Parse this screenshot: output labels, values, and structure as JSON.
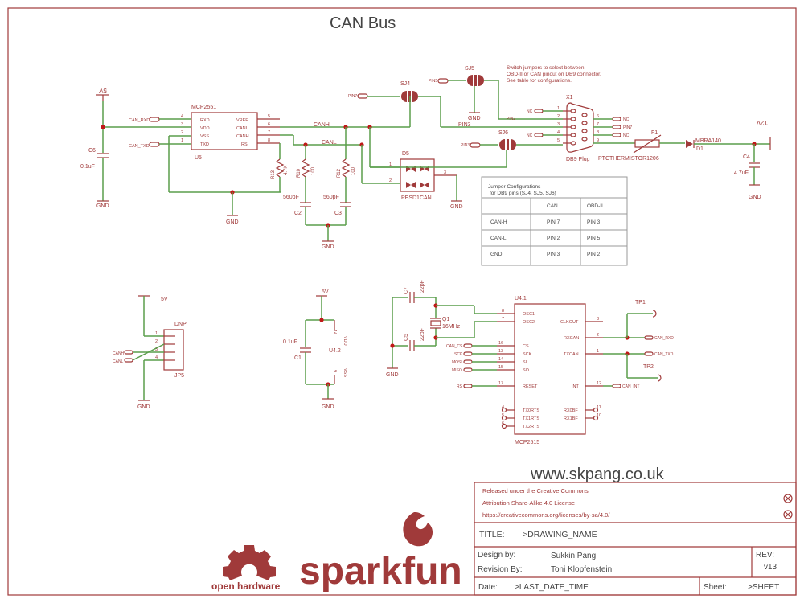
{
  "title": "CAN Bus",
  "website": "www.skpang.co.uk",
  "license": {
    "line1": "Released under the Creative Commons",
    "line2": "Attribution Share-Alike 4.0 License",
    "line3": "https://creativecommons.org/licenses/by-sa/4.0/"
  },
  "title_block": {
    "title_label": "TITLE:",
    "title_value": ">DRAWING_NAME",
    "design_label": "Design by:",
    "design_value": "Sukkin Pang",
    "revision_label": "Revision By:",
    "revision_value": "Toni Klopfenstein",
    "rev_label": "REV:",
    "rev_value": "v13",
    "date_label": "Date:",
    "date_value": ">LAST_DATE_TIME",
    "sheet_label": "Sheet:",
    "sheet_value": ">SHEET"
  },
  "logos": {
    "oshw": "open hardware",
    "sparkfun": "sparkfun"
  },
  "jumper_note": {
    "line1": "Switch jumpers to select between",
    "line2": "OBD-II or CAN pinout on DB9 connector.",
    "line3": "See table for configurations."
  },
  "jumper_table": {
    "caption1": "Jumper Configurations",
    "caption2": "for DB9 pins (SJ4, SJ5, SJ6)",
    "headers": [
      "",
      "CAN",
      "OBD-II"
    ],
    "rows": [
      [
        "CAN-H",
        "PIN 7",
        "PIN 3"
      ],
      [
        "CAN-L",
        "PIN 2",
        "PIN 5"
      ],
      [
        "GND",
        "PIN 3",
        "PIN 2"
      ]
    ]
  },
  "labels": {
    "p5v_left": "5V",
    "p12v": "12V",
    "gnd": "GND",
    "can_rxd": "CAN_RXD",
    "can_txd": "CAN_TXD",
    "mcp2551": "MCP2551",
    "u5": "U5",
    "u5_pins_left": [
      "RXD",
      "VDD",
      "VSS",
      "TXD"
    ],
    "u5_pinnums_left": [
      "4",
      "3",
      "2",
      "1"
    ],
    "u5_pins_right": [
      "VREF",
      "CANL",
      "CANH",
      "RS"
    ],
    "u5_pinnums_right": [
      "5",
      "6",
      "7",
      "8"
    ],
    "c6": "C6",
    "c6_val": "0.1uF",
    "r13": "R13",
    "r13_val": "4.7K",
    "r10": "R10",
    "r10_val": "100",
    "r12": "R12",
    "r12_val": "100",
    "c2": "C2",
    "c2_val": "560pF",
    "c3": "C3",
    "c3_val": "560pF",
    "canh": "CANH",
    "canl": "CANL",
    "sj4": "SJ4",
    "sj5": "SJ5",
    "sj6": "SJ6",
    "pin3": "PIN3",
    "pin2": "PIN2",
    "pin5": "PIN5",
    "pin7": "PIN7",
    "d5": "D5",
    "d5_part": "PESD1CAN",
    "d5_pins": [
      "1",
      "2",
      "3"
    ],
    "x1": "X1",
    "db9": "DB9 Plug",
    "db9_left_pins": [
      "1",
      "2",
      "3",
      "4",
      "5"
    ],
    "db9_right_pins": [
      "6",
      "7",
      "8",
      "9"
    ],
    "nc": "NC",
    "f1": "F1",
    "f1_part": "PTCTHERMISTOR1206",
    "d1": "D1",
    "d1_part": "MBRA140",
    "c4": "C4",
    "c4_val": "4.7uF",
    "jp5_5v": "5V",
    "dnp": "DNP",
    "jp5": "JP5",
    "jp5_pins": [
      "1",
      "2",
      "3",
      "4"
    ],
    "canh_short": "CANH",
    "canl_short": "CANL",
    "u42_5v": "5V",
    "c1": "C1",
    "c1_val": "0.1uF",
    "u42": "U4.2",
    "vdd": "VDD",
    "vss": "VSS",
    "u42_pin14": "14",
    "u42_pin9": "9",
    "c7": "C7",
    "c7_val": "22pF",
    "c5": "C5",
    "c5_val": "22pF",
    "q1": "Q1",
    "q1_val": "16MHz",
    "u41": "U4.1",
    "mcp2515": "MCP2515",
    "u41_left_pins": [
      "OSC1",
      "OSC2",
      "CS",
      "SCK",
      "SI",
      "SO",
      "RESET",
      "TX0RTS",
      "TX1RTS",
      "TX2RTS"
    ],
    "u41_left_nums": [
      "8",
      "7",
      "16",
      "13",
      "14",
      "15",
      "17",
      "4",
      "5",
      "6"
    ],
    "u41_right_pins": [
      "CLKOUT",
      "RXCAN",
      "TXCAN",
      "INT",
      "RX0BF",
      "RX1BF"
    ],
    "u41_right_nums": [
      "3",
      "2",
      "1",
      "12",
      "11",
      "10"
    ],
    "spi_labels": [
      "CAN_CS",
      "SCK",
      "MOSI",
      "MISO"
    ],
    "rs_label": "RS",
    "can_int": "CAN_INT",
    "tp1": "TP1",
    "tp2": "TP2"
  },
  "colors": {
    "symbol": "#a03a3a",
    "wire": "#5a9e4b",
    "junction": "#c01818",
    "title": "#666666"
  }
}
